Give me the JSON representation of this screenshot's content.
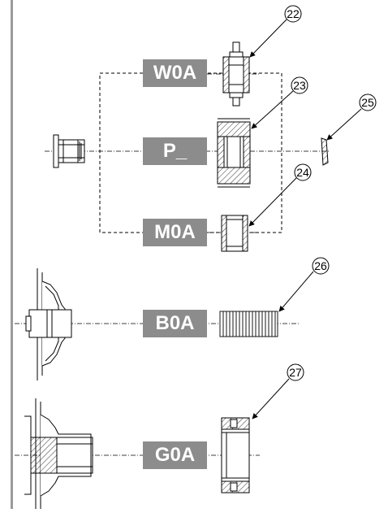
{
  "codes": {
    "w0a": "W0A",
    "p": "P_",
    "m0a": "M0A",
    "b0a": "B0A",
    "g0a": "G0A"
  },
  "callouts": {
    "c22": "22",
    "c23": "23",
    "c24": "24",
    "c25": "25",
    "c26": "26",
    "c27": "27"
  },
  "colors": {
    "label_bg": "#8c8c8c",
    "label_text": "#ffffff",
    "line": "#000000",
    "left_rule": "#9a9a9a"
  }
}
